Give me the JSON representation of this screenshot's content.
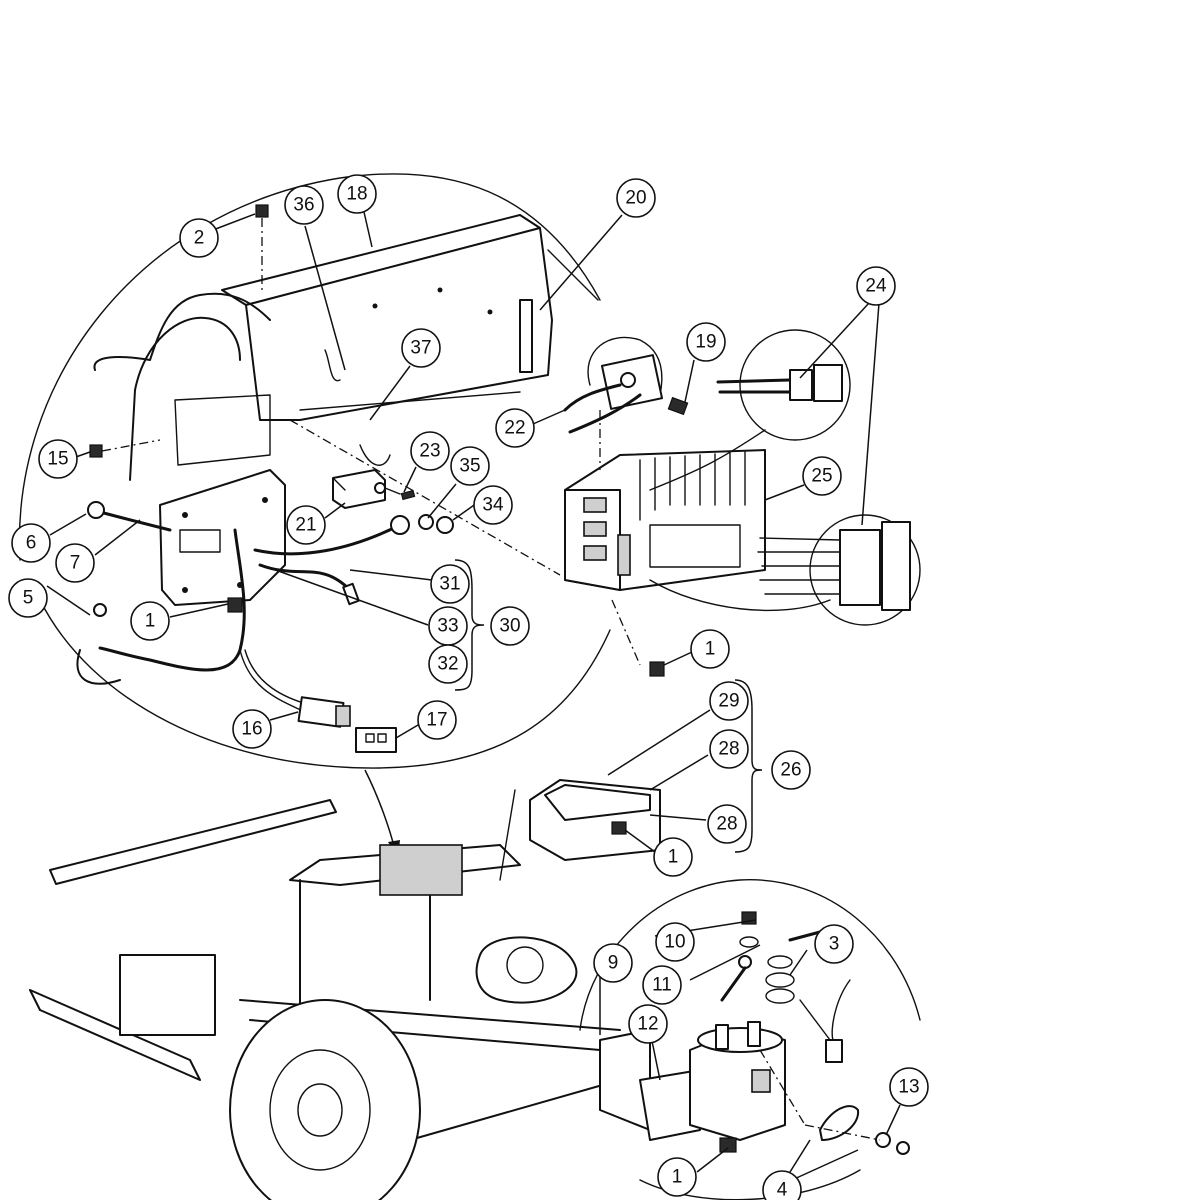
{
  "callouts": [
    {
      "id": "c36",
      "label": "36"
    },
    {
      "id": "c18",
      "label": "18"
    },
    {
      "id": "c20",
      "label": "20"
    },
    {
      "id": "c2",
      "label": "2"
    },
    {
      "id": "c37",
      "label": "37"
    },
    {
      "id": "c19",
      "label": "19"
    },
    {
      "id": "c24",
      "label": "24"
    },
    {
      "id": "c22",
      "label": "22"
    },
    {
      "id": "c15",
      "label": "15"
    },
    {
      "id": "c23",
      "label": "23"
    },
    {
      "id": "c35",
      "label": "35"
    },
    {
      "id": "c25",
      "label": "25"
    },
    {
      "id": "c34",
      "label": "34"
    },
    {
      "id": "c21",
      "label": "21"
    },
    {
      "id": "c6",
      "label": "6"
    },
    {
      "id": "c7",
      "label": "7"
    },
    {
      "id": "c5",
      "label": "5"
    },
    {
      "id": "c31",
      "label": "31"
    },
    {
      "id": "c1a",
      "label": "1"
    },
    {
      "id": "c33",
      "label": "33"
    },
    {
      "id": "c30",
      "label": "30"
    },
    {
      "id": "c1b",
      "label": "1"
    },
    {
      "id": "c32",
      "label": "32"
    },
    {
      "id": "c29",
      "label": "29"
    },
    {
      "id": "c16",
      "label": "16"
    },
    {
      "id": "c17",
      "label": "17"
    },
    {
      "id": "c28a",
      "label": "28"
    },
    {
      "id": "c26",
      "label": "26"
    },
    {
      "id": "c28b",
      "label": "28"
    },
    {
      "id": "c1c",
      "label": "1"
    },
    {
      "id": "c10",
      "label": "10"
    },
    {
      "id": "c3",
      "label": "3"
    },
    {
      "id": "c9",
      "label": "9"
    },
    {
      "id": "c11",
      "label": "11"
    },
    {
      "id": "c12",
      "label": "12"
    },
    {
      "id": "c13",
      "label": "13"
    },
    {
      "id": "c1d",
      "label": "1"
    },
    {
      "id": "c4",
      "label": "4"
    }
  ]
}
